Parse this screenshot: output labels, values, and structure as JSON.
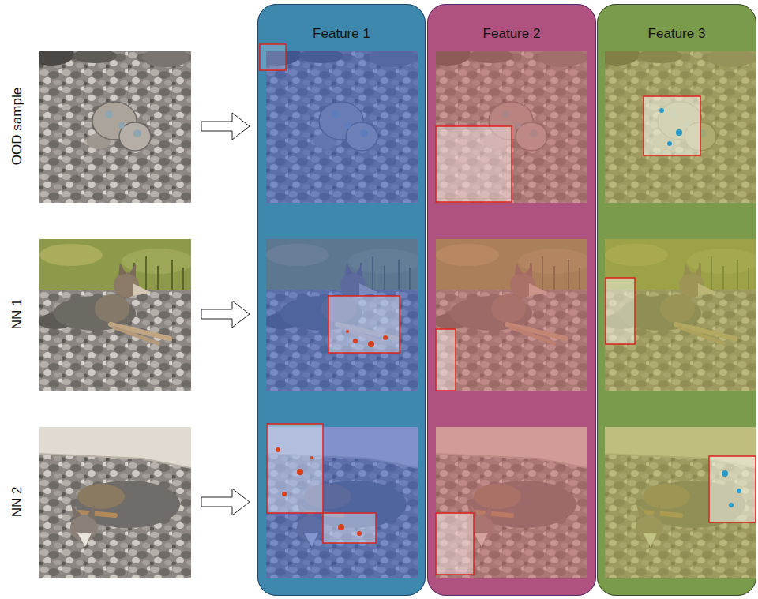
{
  "diagram": {
    "nodes": [
      {
        "text": [
          "Feature 1"
        ]
      },
      {
        "text": [
          "Feature 2"
        ]
      },
      {
        "text": [
          "Feature 3"
        ]
      }
    ],
    "labels": [
      "OOD sample",
      "NN 1",
      "NN 2"
    ]
  }
}
